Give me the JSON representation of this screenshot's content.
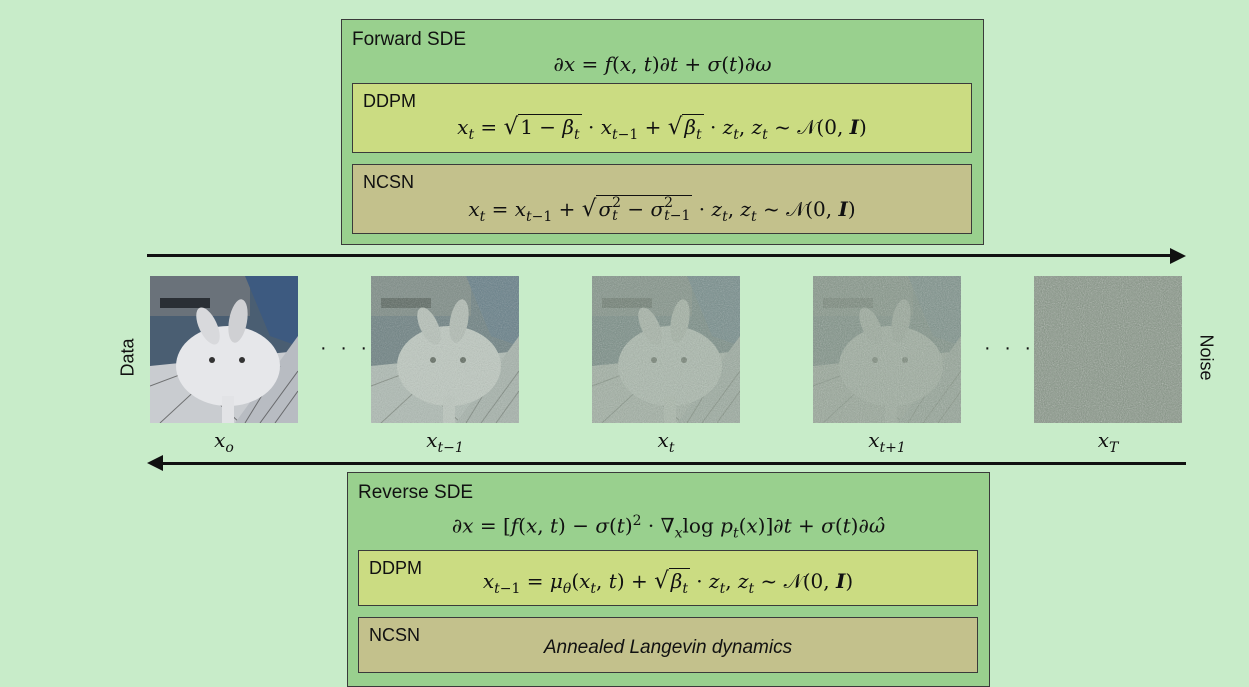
{
  "forward": {
    "title": "Forward SDE",
    "ddpm_title": "DDPM",
    "ncsn_title": "NCSN"
  },
  "reverse": {
    "title": "Reverse SDE",
    "ddpm_title": "DDPM",
    "ncsn_title": "NCSN",
    "ncsn_text": "Annealed Langevin dynamics"
  },
  "labels": {
    "data": "Data",
    "noise": "Noise",
    "dots": "· · ·"
  },
  "images": [
    {
      "caption_base": "x",
      "caption_sub": "o",
      "noise_level": 0.0
    },
    {
      "caption_base": "x",
      "caption_sub": "t−1",
      "noise_level": 0.35
    },
    {
      "caption_base": "x",
      "caption_sub": "t",
      "noise_level": 0.55
    },
    {
      "caption_base": "x",
      "caption_sub": "t+1",
      "noise_level": 0.7
    },
    {
      "caption_base": "x",
      "caption_sub": "T",
      "noise_level": 1.0
    }
  ],
  "colors": {
    "background": "#c8ecc9",
    "sde_panel": "#99d08e",
    "ddpm_box": "#cbdc82",
    "ncsn_box": "#c3c18c"
  }
}
